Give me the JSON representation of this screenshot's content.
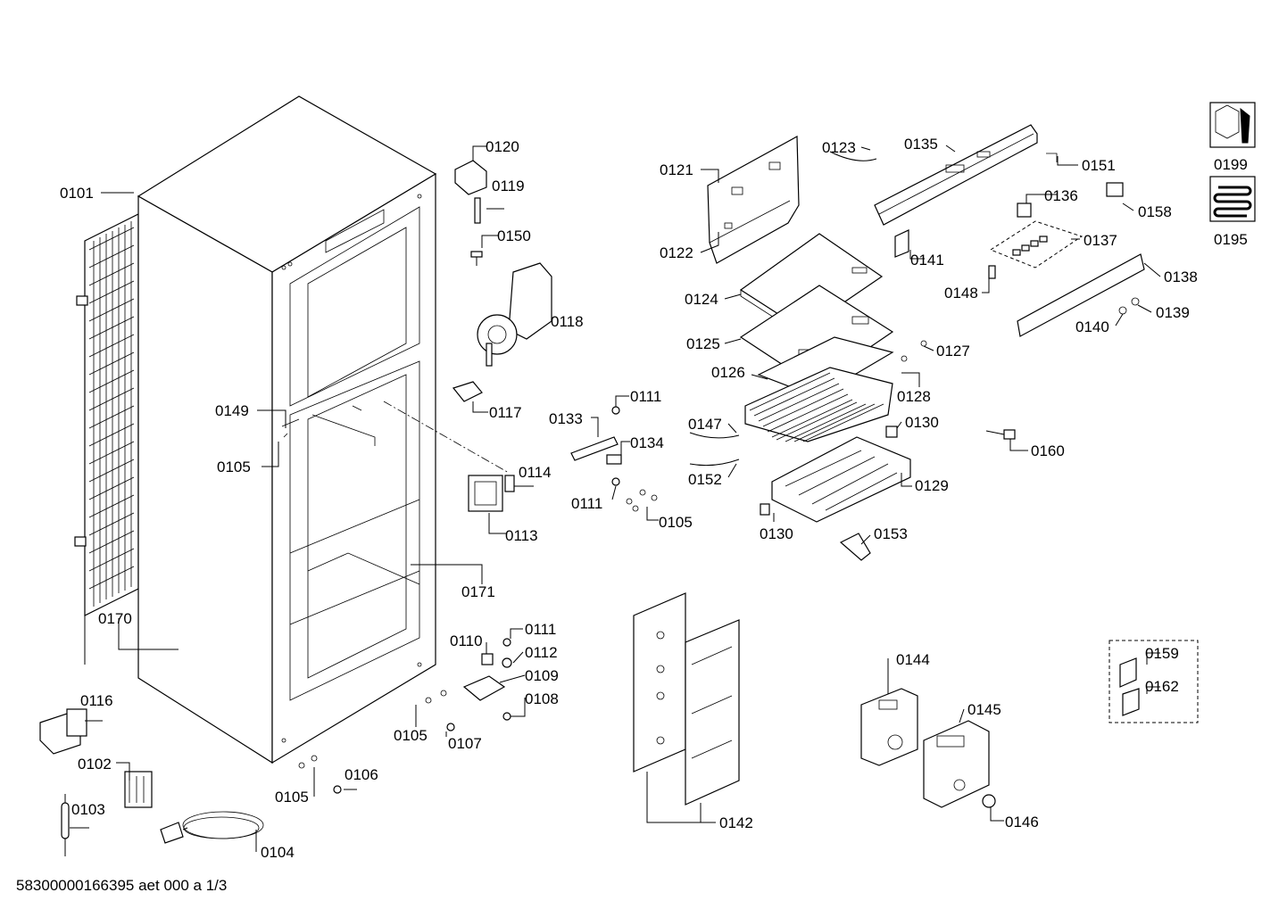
{
  "labels": {
    "p0101": "0101",
    "p0102": "0102",
    "p0103": "0103",
    "p0104": "0104",
    "p0105a": "0105",
    "p0105b": "0105",
    "p0105c": "0105",
    "p0105d": "0105",
    "p0106": "0106",
    "p0107": "0107",
    "p0108": "0108",
    "p0109": "0109",
    "p0110": "0110",
    "p0111a": "0111",
    "p0111b": "0111",
    "p0111c": "0111",
    "p0112": "0112",
    "p0113": "0113",
    "p0114": "0114",
    "p0116": "0116",
    "p0117": "0117",
    "p0118": "0118",
    "p0119": "0119",
    "p0120": "0120",
    "p0121": "0121",
    "p0122": "0122",
    "p0123": "0123",
    "p0124": "0124",
    "p0125": "0125",
    "p0126": "0126",
    "p0127": "0127",
    "p0128": "0128",
    "p0129": "0129",
    "p0130a": "0130",
    "p0130b": "0130",
    "p0133": "0133",
    "p0134": "0134",
    "p0135": "0135",
    "p0136": "0136",
    "p0137": "0137",
    "p0138": "0138",
    "p0139": "0139",
    "p0140": "0140",
    "p0141": "0141",
    "p0142": "0142",
    "p0144": "0144",
    "p0145": "0145",
    "p0146": "0146",
    "p0147": "0147",
    "p0148": "0148",
    "p0149": "0149",
    "p0150": "0150",
    "p0151": "0151",
    "p0152": "0152",
    "p0153": "0153",
    "p0158": "0158",
    "p0159": "0159",
    "p0160": "0160",
    "p0162": "0162",
    "p0170": "0170",
    "p0171": "0171",
    "p0195": "0195",
    "p0199": "0199"
  },
  "icons": {
    "service_kit": "wrench-nut-icon",
    "refrigerant_coil": "coil-icon"
  },
  "footer": {
    "code": "58300000166395 aet 000 a 1/3"
  }
}
